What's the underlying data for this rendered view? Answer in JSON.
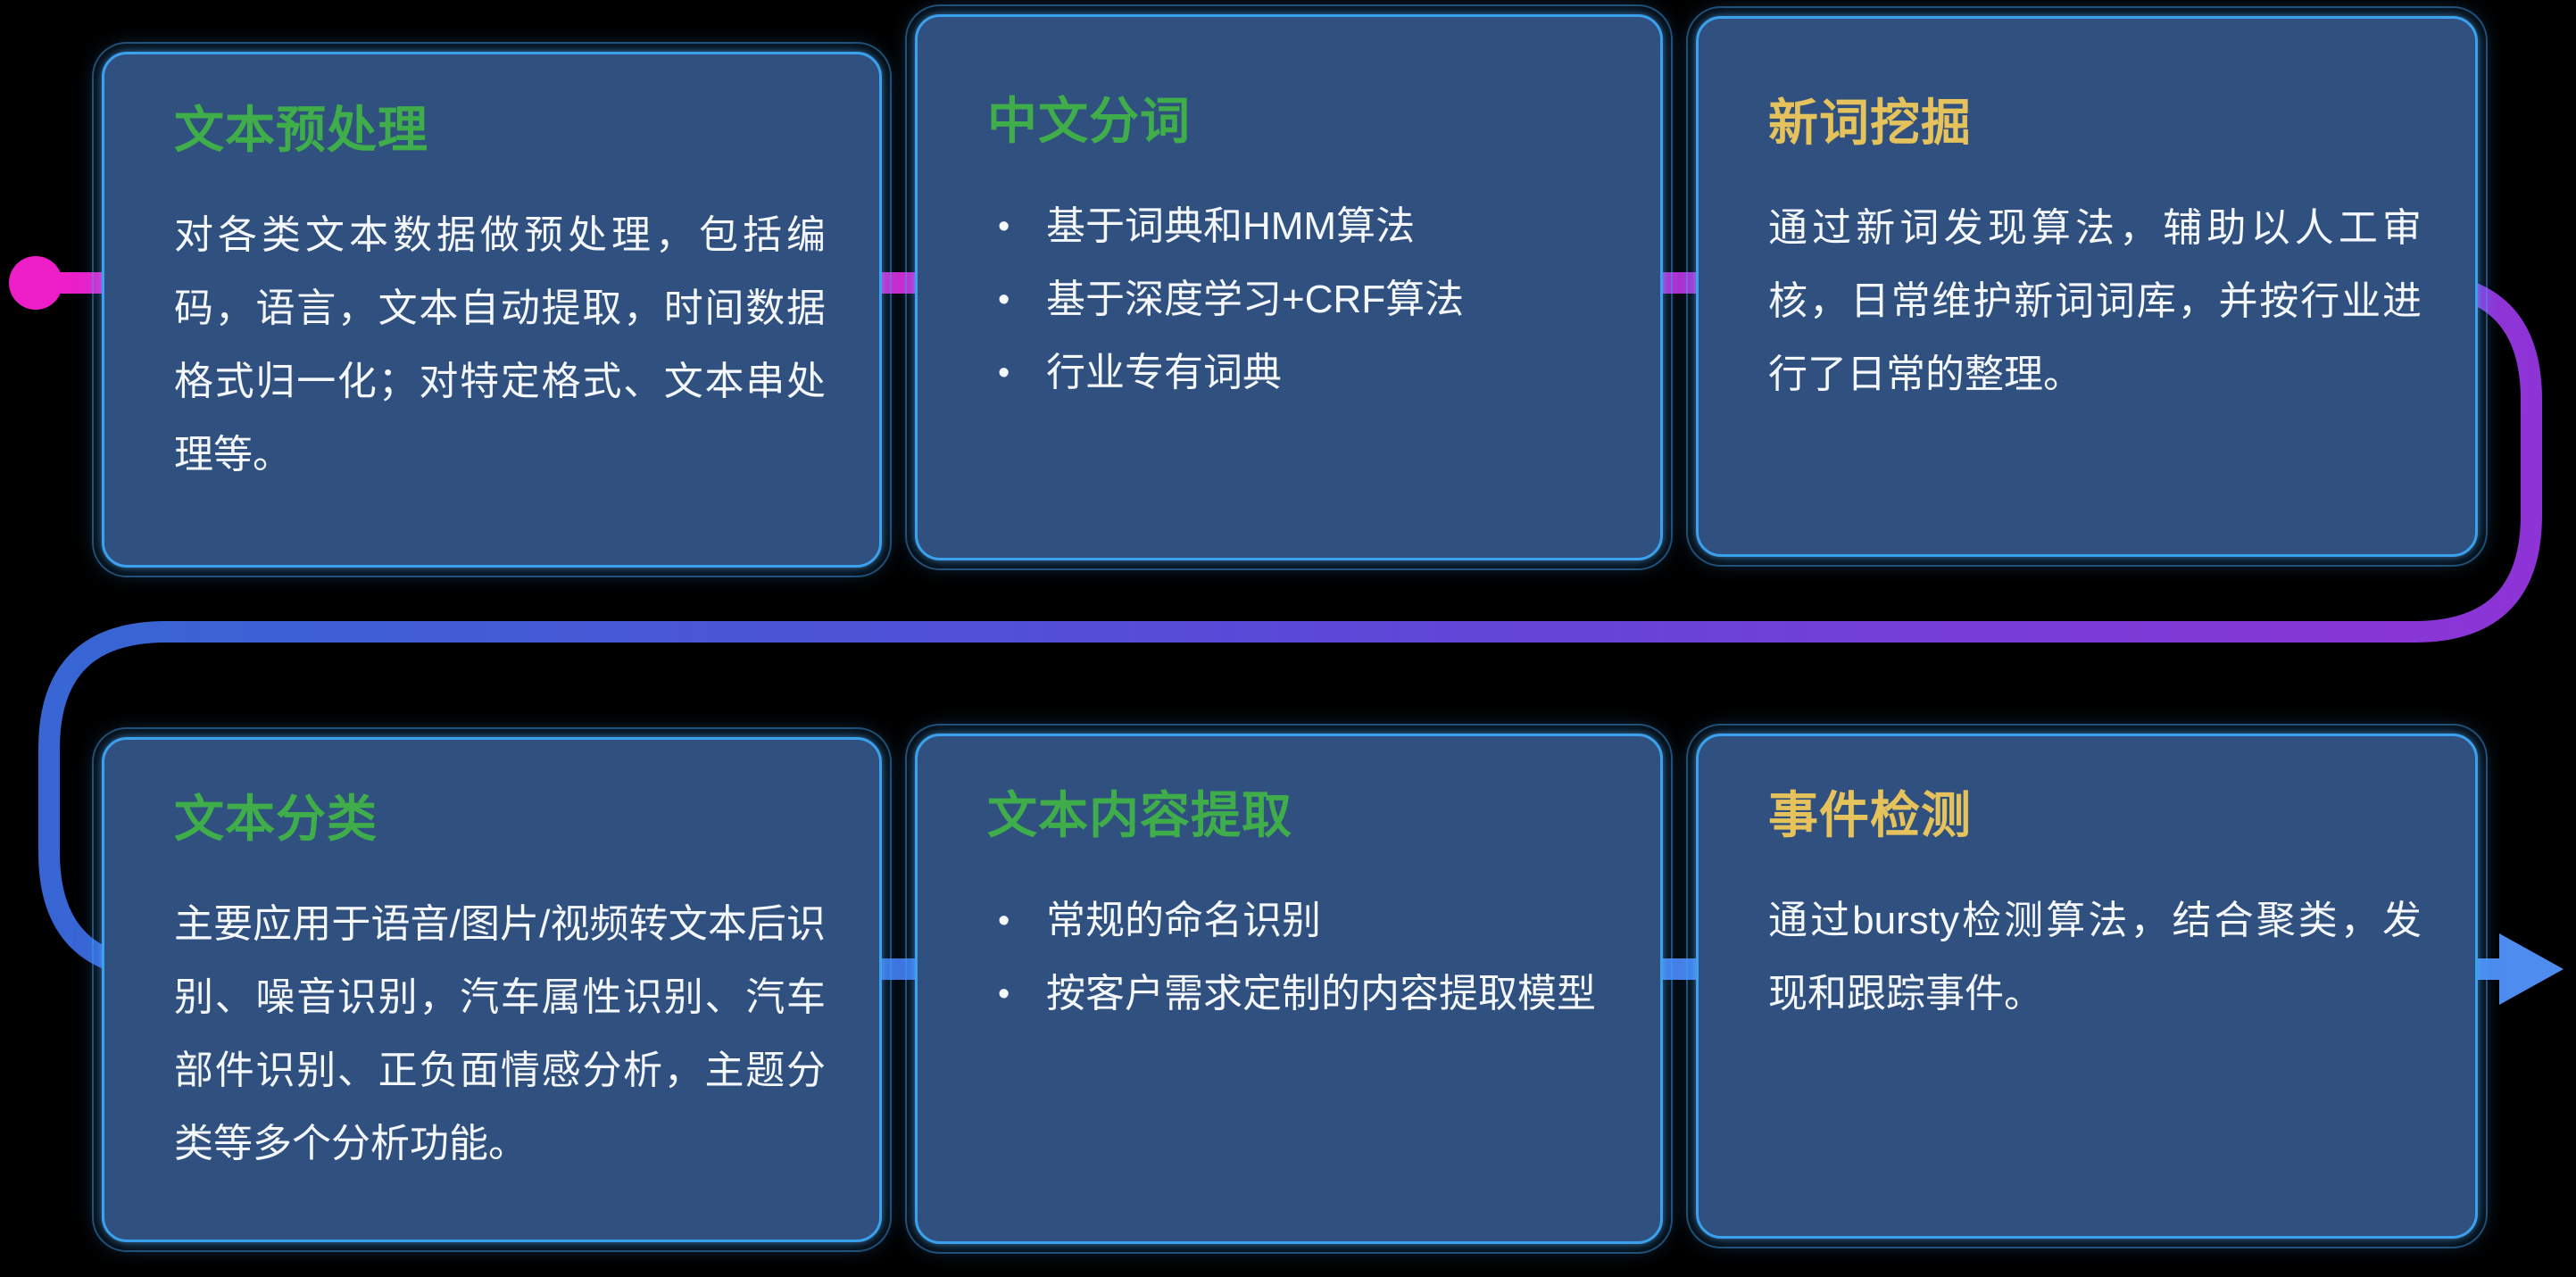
{
  "page": {
    "background": "#000000"
  },
  "theme": {
    "card_background": "#30517f",
    "card_border": "#3ba0ee",
    "body_text": "#f4f7fc",
    "title_green": "#3fad4a",
    "title_gold": "#e5c25b"
  },
  "flow": {
    "colors": {
      "magenta": "#ee1ec9",
      "magenta_purple": "#c427cb",
      "purple": "#8e34d6",
      "purple_blue": "#5a49d8",
      "blue": "#3766d4",
      "light_blue": "#4e8cf0"
    }
  },
  "cards": [
    {
      "id": "text-preprocessing",
      "title": "文本预处理",
      "title_color": "#3fad4a",
      "type": "paragraph",
      "body": "对各类文本数据做预处理，包括编码，语言，文本自动提取，时间数据格式归一化；对特定格式、文本串处理等。"
    },
    {
      "id": "chinese-word-segmentation",
      "title": "中文分词",
      "title_color": "#3fad4a",
      "type": "bullets",
      "bullets": [
        "基于词典和HMM算法",
        "基于深度学习+CRF算法",
        "行业专有词典"
      ]
    },
    {
      "id": "new-word-mining",
      "title": "新词挖掘",
      "title_color": "#e5c25b",
      "type": "paragraph",
      "body": "通过新词发现算法，辅助以人工审核，日常维护新词词库，并按行业进行了日常的整理。"
    },
    {
      "id": "text-classification",
      "title": "文本分类",
      "title_color": "#3fad4a",
      "type": "paragraph",
      "body": "主要应用于语音/图片/视频转文本后识别、噪音识别，汽车属性识别、汽车部件识别、正负面情感分析，主题分类等多个分析功能。"
    },
    {
      "id": "text-content-extraction",
      "title": "文本内容提取",
      "title_color": "#3fad4a",
      "type": "bullets",
      "bullets": [
        "常规的命名识别",
        "按客户需求定制的内容提取模型"
      ]
    },
    {
      "id": "event-detection",
      "title": "事件检测",
      "title_color": "#e5c25b",
      "type": "paragraph",
      "body": "通过bursty检测算法，结合聚类，发现和跟踪事件。"
    }
  ]
}
